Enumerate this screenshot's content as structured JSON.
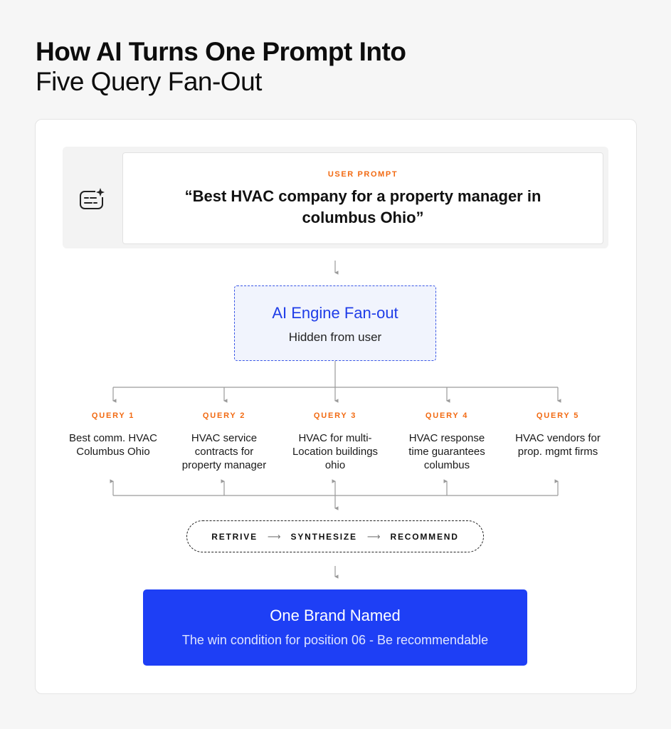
{
  "title": {
    "line1": "How AI Turns One Prompt Into",
    "line2": "Five Query Fan-Out"
  },
  "prompt": {
    "icon": "prompt-sparkle-icon",
    "label": "USER PROMPT",
    "text": "“Best HVAC company for a property manager in columbus Ohio”"
  },
  "engine": {
    "title": "AI Engine Fan-out",
    "subtitle": "Hidden from user"
  },
  "queries": [
    {
      "label": "QUERY 1",
      "text": "Best comm. HVAC Columbus Ohio"
    },
    {
      "label": "QUERY 2",
      "text": "HVAC service contracts for property manager"
    },
    {
      "label": "QUERY 3",
      "text": "HVAC for multi-Location buildings ohio"
    },
    {
      "label": "QUERY 4",
      "text": "HVAC response time guarantees columbus"
    },
    {
      "label": "QUERY 5",
      "text": "HVAC vendors for prop. mgmt firms"
    }
  ],
  "pipeline": {
    "steps": [
      "RETRIVE",
      "SYNTHESIZE",
      "RECOMMEND"
    ],
    "arrow": "⟶"
  },
  "result": {
    "title": "One Brand Named",
    "subtitle": "The win condition for position 06 - Be recommendable"
  },
  "colors": {
    "accent_orange": "#f26a12",
    "accent_blue": "#1e3ff5",
    "engine_bg": "#f1f4fd",
    "connector_gray": "#9a9a9a"
  }
}
